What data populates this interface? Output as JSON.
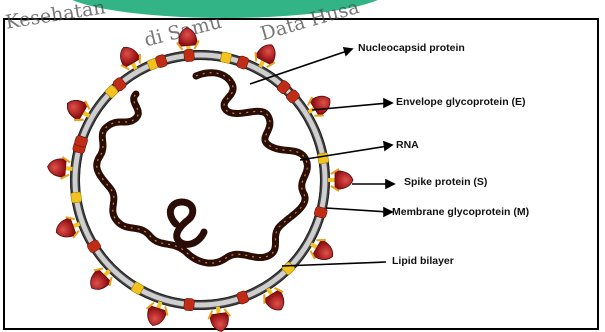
{
  "watermark": {
    "part1": "Kesehatan",
    "part2": "di Samu",
    "part3": "Data Husa"
  },
  "labels": {
    "nucleocapsid": "Nucleocapsid protein",
    "envelope": "Envelope glycoprotein (E)",
    "rna": "RNA",
    "spike": "Spike protein (S)",
    "membrane": "Membrane glycoprotein (M)",
    "lipid": "Lipid bilayer"
  },
  "colors": {
    "banner": "#33b487",
    "spike": "#b3191d",
    "envelope": "#f2c21f",
    "membrane": "#bf2d16",
    "rna": "#2a0d06",
    "membrane_ring": "#444444"
  }
}
